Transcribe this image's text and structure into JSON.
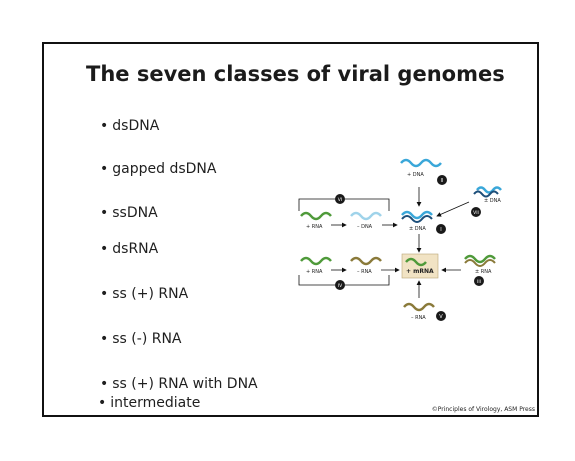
{
  "slide": {
    "title": "The seven classes of viral genomes",
    "bullets": [
      {
        "text": "dsDNA",
        "continuation": ""
      },
      {
        "text": "gapped dsDNA",
        "continuation": ""
      },
      {
        "text": "ssDNA",
        "continuation": ""
      },
      {
        "text": "dsRNA",
        "continuation": ""
      },
      {
        "text": "ss (+) RNA",
        "continuation": ""
      },
      {
        "text": "ss (-) RNA",
        "continuation": ""
      },
      {
        "text": "ss (+) RNA with DNA",
        "continuation": "intermediate"
      }
    ],
    "credit": "©Principles of Virology, ASM Press"
  },
  "diagram": {
    "labels": {
      "top_dna": "+ DNA",
      "right_dna": "± DNA",
      "row1_rna": "+ RNA",
      "row1_mid": "– DNA",
      "row1_right": "± DNA",
      "row2_left": "+ RNA",
      "row2_mid": "– RNA",
      "mrna": "+ mRNA",
      "row2_right": "± RNA",
      "bottom_rna": "– RNA"
    },
    "classes": [
      "I",
      "II",
      "III",
      "IV",
      "V",
      "VI",
      "VII"
    ],
    "colors": {
      "dna_blue": "#3aa7d9",
      "rna_green": "#4f9a3a",
      "rna_olive": "#8a7a3a",
      "mrna_box": "#f1e3c4",
      "badge": "#1a1a1a"
    }
  }
}
